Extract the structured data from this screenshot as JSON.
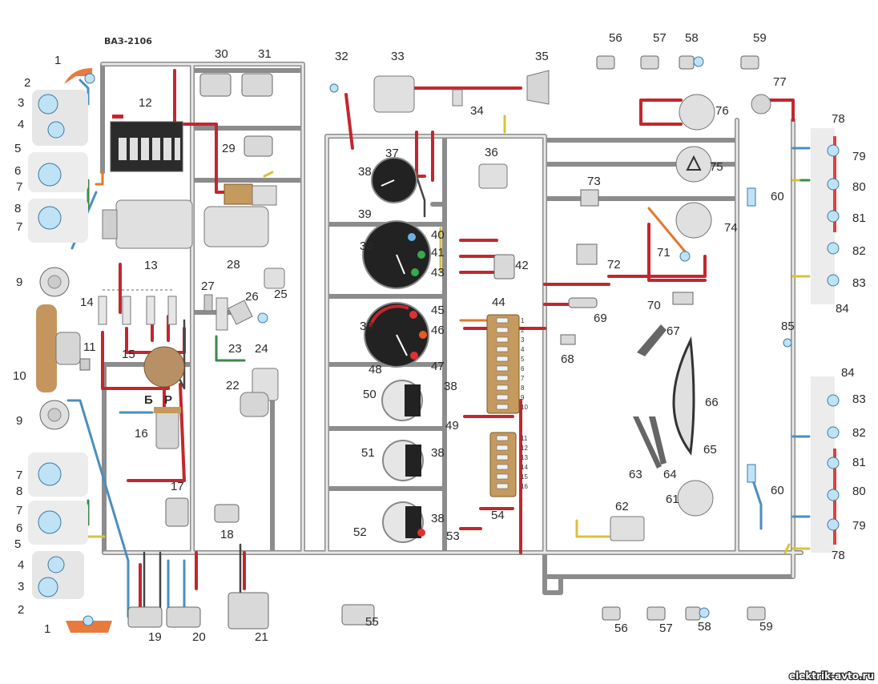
{
  "diagram": {
    "title": "ВАЗ-2106",
    "watermark": "elektrik-avto.ru",
    "colors": {
      "harness": "#8c8c8c",
      "wire_red": "#c4262e",
      "wire_blue": "#4a8fc0",
      "wire_yellow": "#d8c23c",
      "wire_green": "#3a8a4a",
      "wire_orange": "#e07a2e",
      "lamp": "#bfe3f5",
      "fuse_block": "#c49a5e",
      "battery": "#2b2b2b"
    },
    "coil_terminals": [
      "Б",
      "Р"
    ],
    "fuse_block_44_numbers": [
      "1",
      "2",
      "3",
      "4",
      "5",
      "6",
      "7",
      "8",
      "9",
      "10"
    ],
    "fuse_block_54_numbers": [
      "11",
      "12",
      "13",
      "14",
      "15",
      "16"
    ],
    "labels": {
      "l1a": "1",
      "l2a": "2",
      "l3a": "3",
      "l4a": "4",
      "l5a": "5",
      "l6a": "6",
      "l7a": "7",
      "l8a": "8",
      "l7b": "7",
      "l9a": "9",
      "l10": "10",
      "l11": "11",
      "l9b": "9",
      "l7c": "7",
      "l8b": "8",
      "l7d": "7",
      "l6b": "6",
      "l5b": "5",
      "l4b": "4",
      "l3b": "3",
      "l2b": "2",
      "l1b": "1",
      "l12": "12",
      "l13": "13",
      "l14": "14",
      "l15": "15",
      "l16": "16",
      "l17": "17",
      "l18": "18",
      "l19": "19",
      "l20": "20",
      "l21": "21",
      "l22": "22",
      "l23": "23",
      "l24": "24",
      "l25": "25",
      "l26": "26",
      "l27": "27",
      "l28": "28",
      "l29": "29",
      "l30": "30",
      "l31": "31",
      "l32": "32",
      "l33": "33",
      "l34": "34",
      "l35": "35",
      "l36": "36",
      "l37": "37",
      "l38a": "38",
      "l38b": "38",
      "l38c": "38",
      "l38d": "38",
      "l38e": "38",
      "l38f": "38",
      "l39": "39",
      "l40": "40",
      "l41": "41",
      "l42": "42",
      "l43": "43",
      "l44": "44",
      "l45": "45",
      "l46": "46",
      "l47": "47",
      "l48": "48",
      "l49": "49",
      "l50": "50",
      "l51": "51",
      "l52": "52",
      "l53": "53",
      "l54": "54",
      "l55": "55",
      "l56a": "56",
      "l57a": "57",
      "l58a": "58",
      "l59a": "59",
      "l56b": "56",
      "l57b": "57",
      "l58b": "58",
      "l59b": "59",
      "l60a": "60",
      "l60b": "60",
      "l61": "61",
      "l62": "62",
      "l63": "63",
      "l64": "64",
      "l65": "65",
      "l66": "66",
      "l67": "67",
      "l68": "68",
      "l69": "69",
      "l70": "70",
      "l71": "71",
      "l72": "72",
      "l73": "73",
      "l74": "74",
      "l75": "75",
      "l76": "76",
      "l77": "77",
      "l78a": "78",
      "l79a": "79",
      "l80a": "80",
      "l81a": "81",
      "l82a": "82",
      "l83a": "83",
      "l84a": "84",
      "l85": "85",
      "l84b": "84",
      "l83b": "83",
      "l82b": "82",
      "l81b": "81",
      "l80b": "80",
      "l79b": "79",
      "l78b": "78"
    }
  }
}
